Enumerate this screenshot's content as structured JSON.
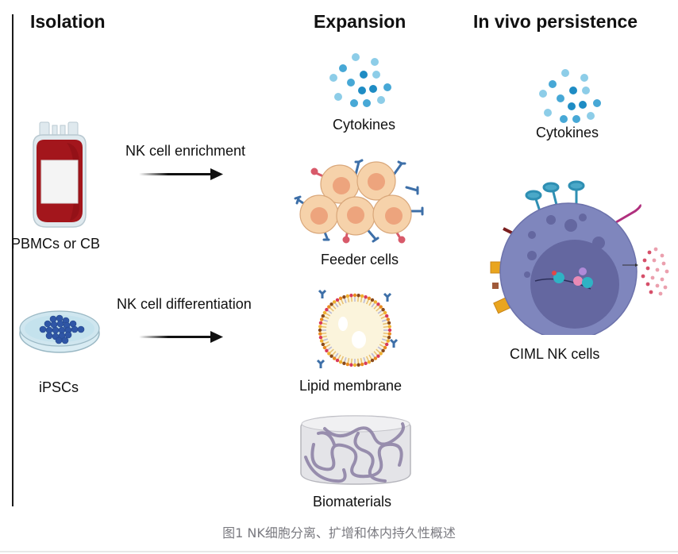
{
  "figure": {
    "columns": {
      "isolation": "Isolation",
      "expansion": "Expansion",
      "persistence": "In vivo persistence"
    },
    "isolation": {
      "source1": "PBMCs or CB",
      "source2": "iPSCs"
    },
    "arrows": {
      "top": "NK cell enrichment",
      "bottom": "NK cell differentiation"
    },
    "expansion": {
      "cytokines": "Cytokines",
      "feeder": "Feeder cells",
      "lipid": "Lipid membrane",
      "biomaterials": "Biomaterials"
    },
    "persistence": {
      "cytokines": "Cytokines",
      "ciml": "CIML NK cells"
    },
    "colors": {
      "blood": "#a3161c",
      "cytokine_dark": "#1e8cc4",
      "cytokine_light": "#8dcde8",
      "feeder_cell": "#f6d2aa",
      "feeder_nucleus": "#eda47d",
      "receptor": "#3d6fa8",
      "ligand": "#d85a6a",
      "nk_cell": "#7f86bd",
      "nk_nucleus": "#6467a0",
      "dish": "#cfe6ef",
      "ipsc": "#2f56a6"
    }
  },
  "caption": "图1 NK细胞分离、扩增和体内持久性概述"
}
